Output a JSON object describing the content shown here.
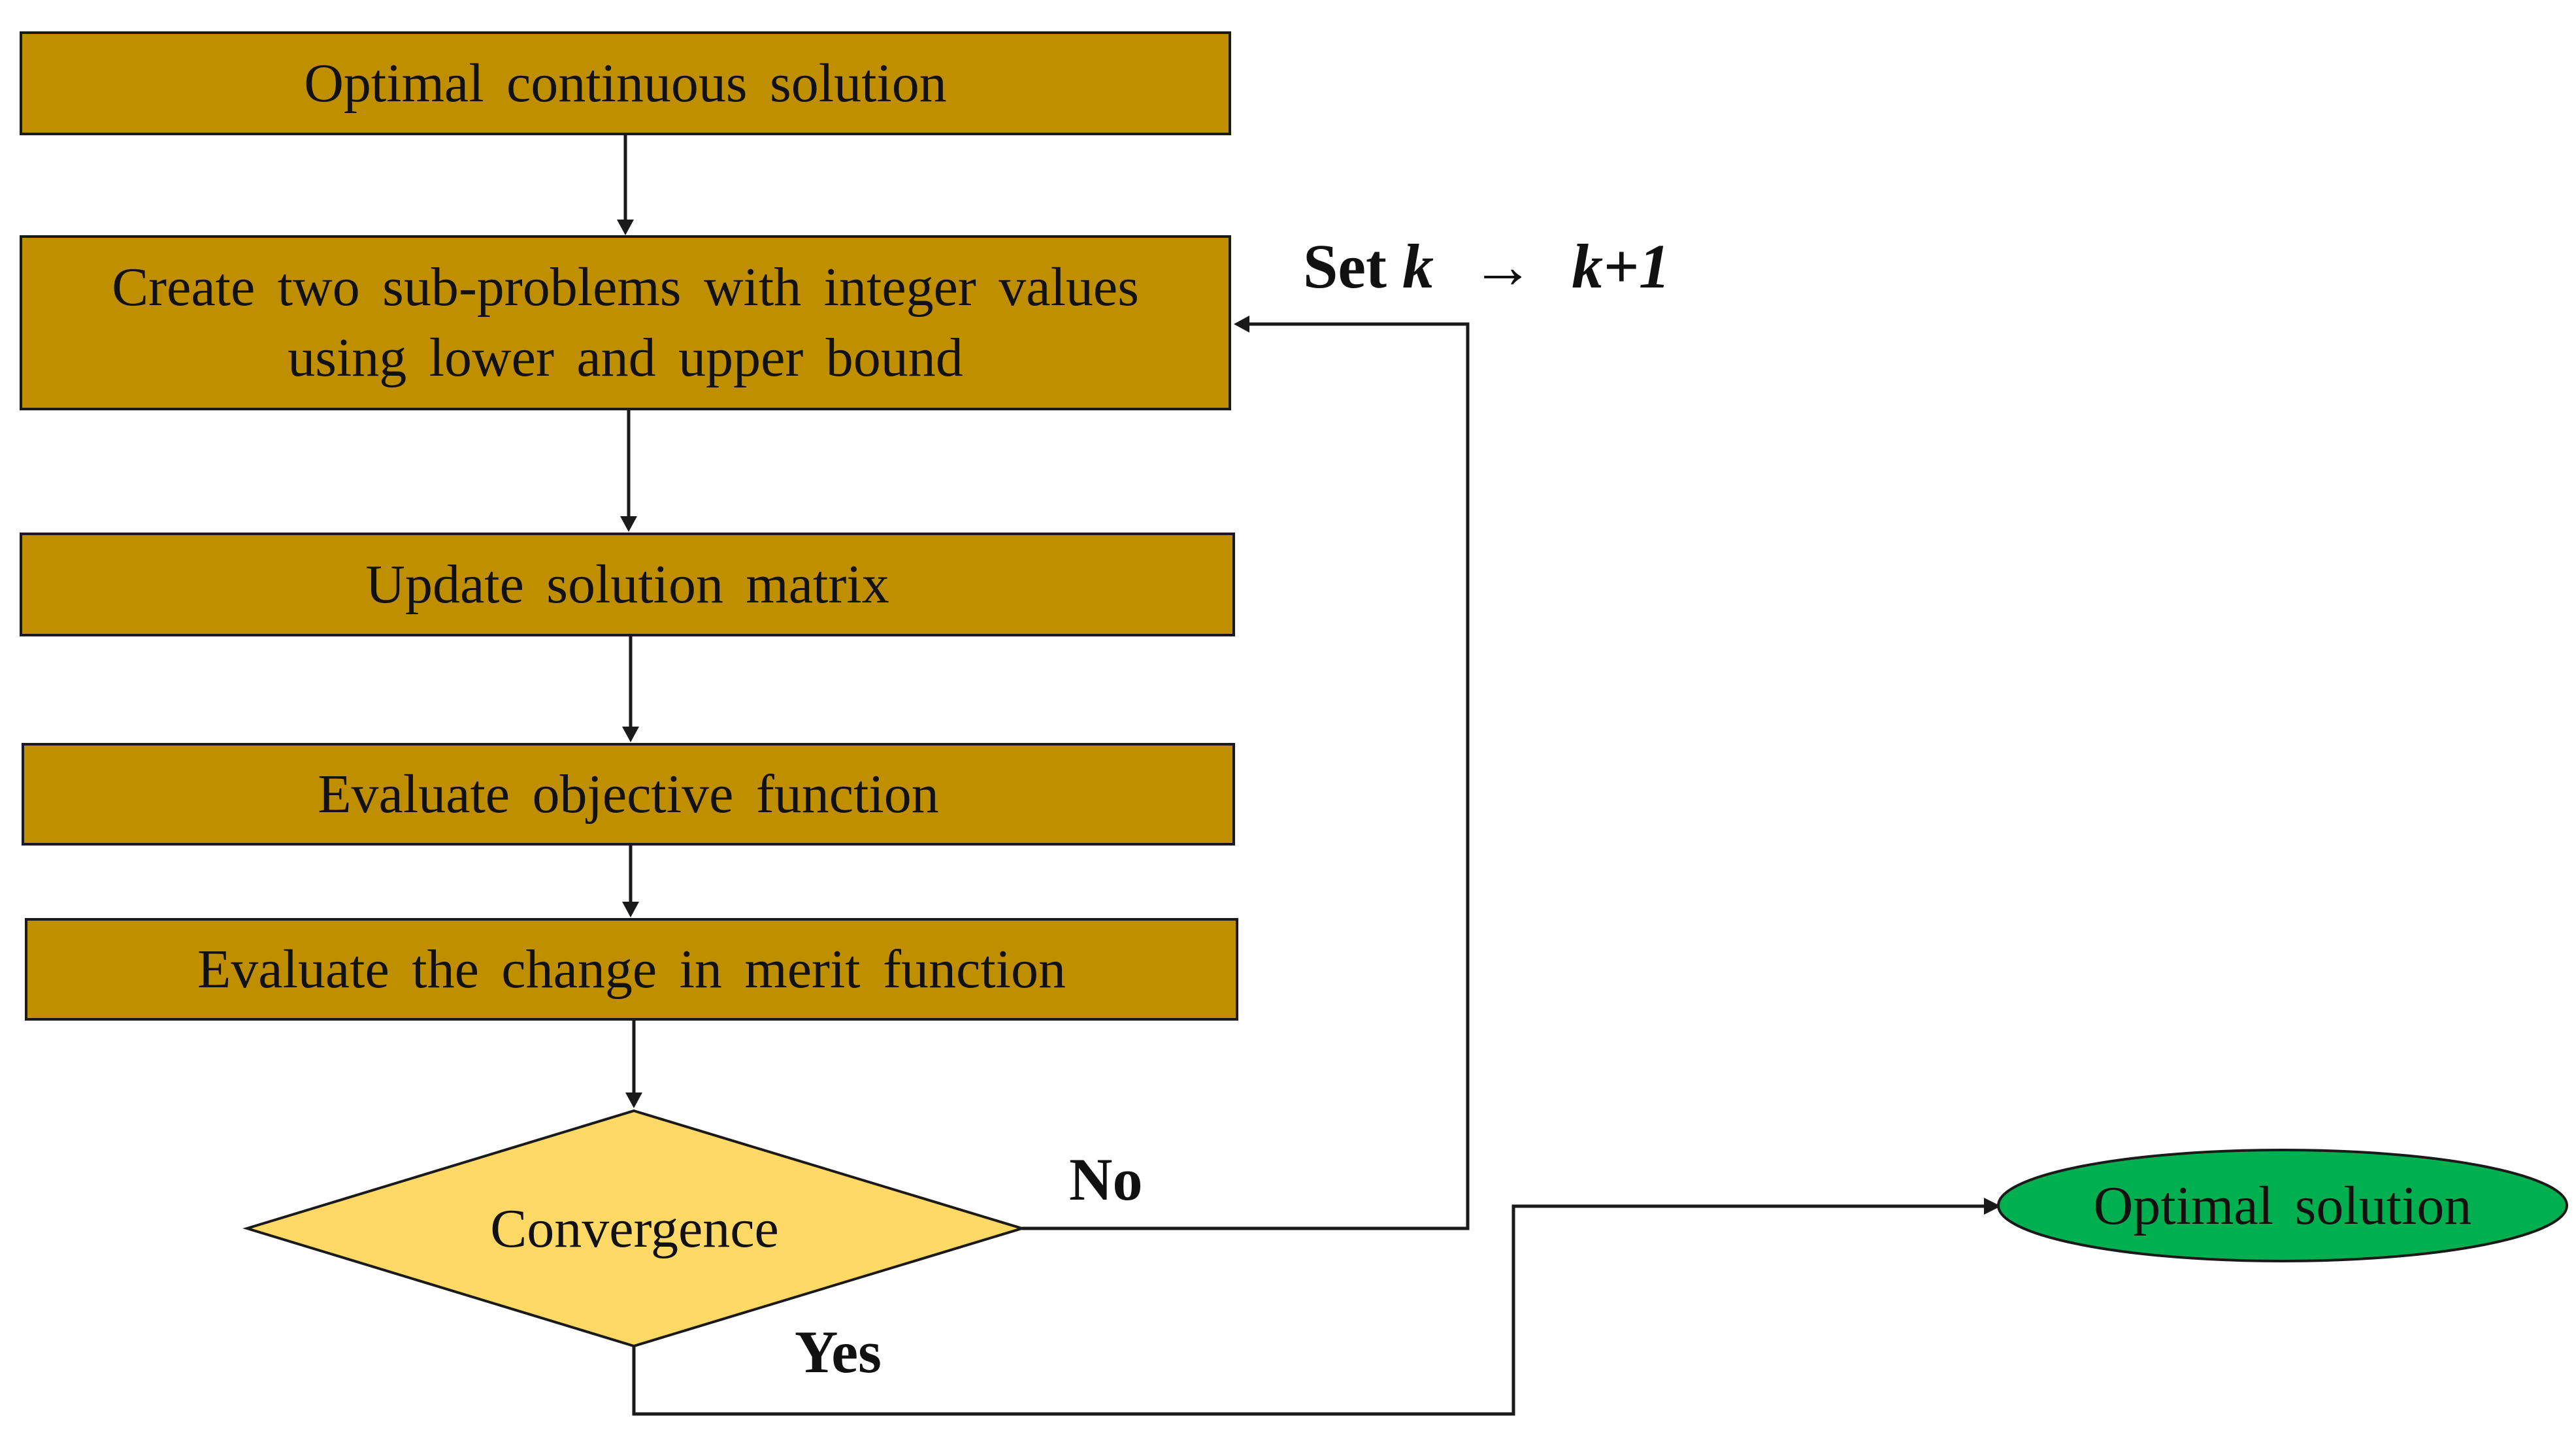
{
  "nodes": {
    "optimal_continuous": {
      "text": "Optimal continuous solution",
      "fill": "#bf8f00"
    },
    "create_subproblems": {
      "line1": "Create two sub-problems with integer values",
      "line2": "using lower and upper bound",
      "fill": "#bf8f00"
    },
    "update_matrix": {
      "text": "Update solution matrix",
      "fill": "#bf8f00"
    },
    "evaluate_objective": {
      "text": "Evaluate objective function",
      "fill": "#bf8f00"
    },
    "evaluate_merit": {
      "text": "Evaluate the change in merit function",
      "fill": "#bf8f00"
    },
    "convergence": {
      "text": "Convergence",
      "fill": "#ffd966"
    },
    "optimal_solution": {
      "text": "Optimal solution",
      "fill": "#00b050"
    }
  },
  "edge_labels": {
    "no": "No",
    "yes": "Yes",
    "iteration": {
      "set": "Set",
      "k": "k",
      "arrow": "→",
      "k_next": "k+1"
    }
  },
  "colors": {
    "stroke": "#1a1a1a",
    "text": "#111111"
  }
}
